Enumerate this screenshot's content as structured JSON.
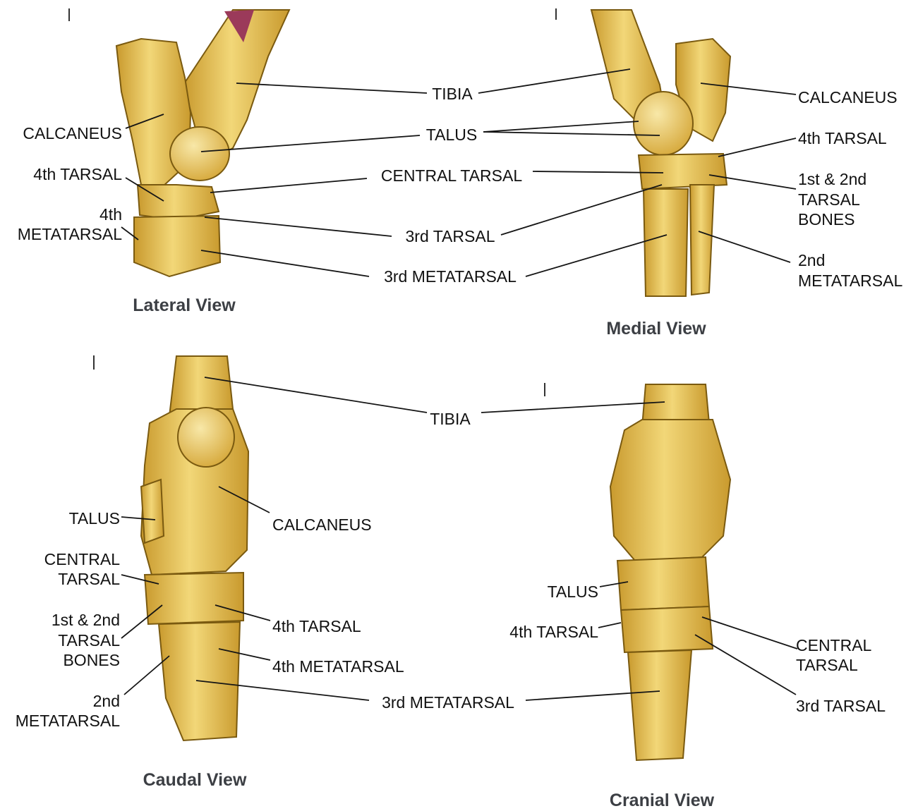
{
  "views": {
    "lateral": {
      "title": "Lateral View",
      "labels": {
        "calcaneus": "CALCANEUS",
        "tarsal4": "4th TARSAL",
        "metatarsal4_l1": "4th",
        "metatarsal4_l2": "METATARSAL"
      }
    },
    "medial": {
      "title": "Medial View",
      "labels": {
        "calcaneus": "CALCANEUS",
        "tarsal4": "4th TARSAL",
        "tarsal12_l1": "1st & 2nd",
        "tarsal12_l2": "TARSAL",
        "tarsal12_l3": "BONES",
        "metatarsal2_l1": "2nd",
        "metatarsal2_l2": "METATARSAL"
      }
    },
    "caudal": {
      "title": "Caudal View",
      "labels": {
        "talus": "TALUS",
        "calcaneus": "CALCANEUS",
        "central_l1": "CENTRAL",
        "central_l2": "TARSAL",
        "tarsal12_l1": "1st & 2nd",
        "tarsal12_l2": "TARSAL",
        "tarsal12_l3": "BONES",
        "tarsal4": "4th TARSAL",
        "metatarsal4": "4th METATARSAL",
        "metatarsal2_l1": "2nd",
        "metatarsal2_l2": "METATARSAL"
      }
    },
    "cranial": {
      "title": "Cranial View",
      "labels": {
        "talus": "TALUS",
        "tarsal4": "4th TARSAL",
        "central_l1": "CENTRAL",
        "central_l2": "TARSAL",
        "tarsal3": "3rd TARSAL"
      }
    }
  },
  "shared_labels": {
    "tibia_top": "TIBIA",
    "talus_top": "TALUS",
    "central_tarsal_top": "CENTRAL TARSAL",
    "tarsal3_top": "3rd TARSAL",
    "metatarsal3_top": "3rd METATARSAL",
    "tibia_bottom": "TIBIA",
    "metatarsal3_bottom": "3rd METATARSAL"
  },
  "colors": {
    "bone_fill": "#e8c55a",
    "bone_highlight": "#f6e39c",
    "bone_shadow": "#c99a2e",
    "accent_red": "#9b3a5a"
  }
}
